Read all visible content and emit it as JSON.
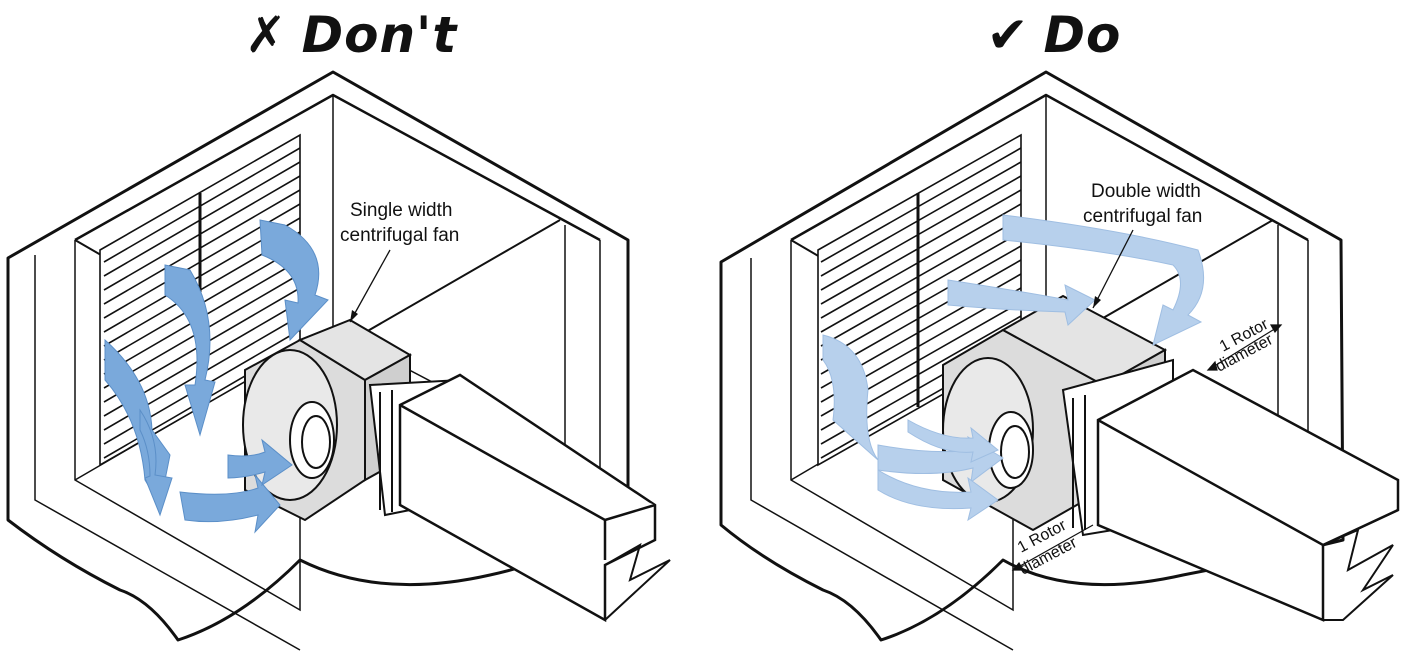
{
  "panels": {
    "left": {
      "mark_glyph": "✗",
      "heading": "Don't",
      "fan_label": [
        "Single width",
        "centrifugal fan"
      ],
      "arrow_color": "#7aa9db"
    },
    "right": {
      "mark_glyph": "✔",
      "heading": "Do",
      "fan_label": [
        "Double width",
        "centrifugal fan"
      ],
      "dim_top": [
        "1 Rotor",
        "diameter"
      ],
      "dim_bottom": [
        "1 Rotor",
        "diameter"
      ],
      "arrow_color": "#b7d0ec"
    }
  },
  "colors": {
    "line": "#111111",
    "fan_body": "#dcdcdc",
    "fan_face": "#e9e9e9"
  }
}
